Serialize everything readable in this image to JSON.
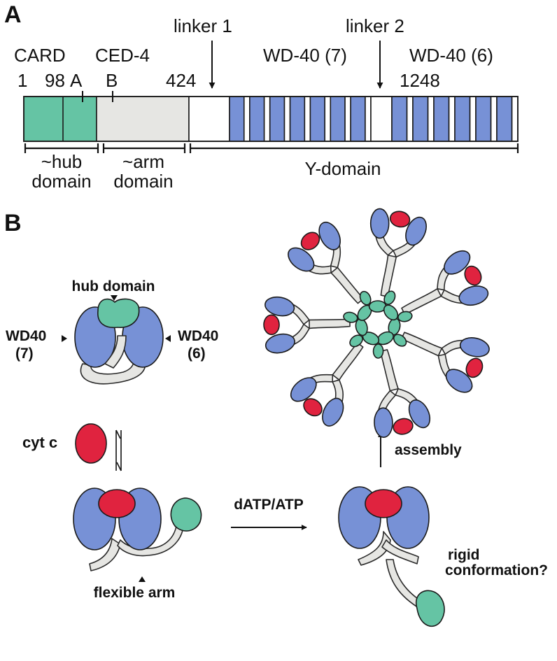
{
  "panel_a": {
    "label": "A",
    "linker_1": "linker 1",
    "linker_2": "linker 2",
    "card": "CARD",
    "ced4": "CED-4",
    "wd40_7": "WD-40 (7)",
    "wd40_6": "WD-40 (6)",
    "pos_1": "1",
    "pos_98": "98",
    "mark_a": "A",
    "mark_b": "B",
    "pos_424": "424",
    "pos_1248": "1248",
    "hub_line1": "~hub",
    "hub_line2": "domain",
    "arm_line1": "~arm",
    "arm_line2": "domain",
    "y_domain": "Y-domain",
    "colors": {
      "card": "#65c4a4",
      "ced4": "#e6e6e3",
      "linker": "#ffffff",
      "wd40": "#7791d6"
    }
  },
  "panel_b": {
    "label": "B",
    "hub_domain": "hub domain",
    "wd40_left": "WD40",
    "wd40_left_n": "(7)",
    "wd40_right": "WD40",
    "wd40_right_n": "(6)",
    "cytc": "cyt c",
    "flexible_arm": "flexible arm",
    "datp_atp": "dATP/ATP",
    "rigid_line1": "rigid",
    "rigid_line2": "conformation?",
    "assembly": "assembly",
    "colors": {
      "wd40": "#7791d6",
      "cytc": "#e0233f",
      "hub": "#65c4a4",
      "arm": "#e6e6e3"
    },
    "apoptosome_spokes": 7
  }
}
